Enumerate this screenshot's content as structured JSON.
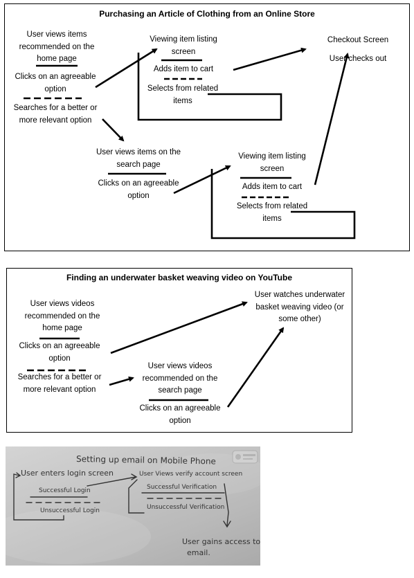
{
  "diagram1": {
    "title": "Purchasing an Article of Clothing from an Online Store",
    "home_views": "User views items recommended on the home page",
    "home_clicks": "Clicks on an agreeable option",
    "home_searches": "Searches for a better or more relevant option",
    "listing1": "Viewing item listing screen",
    "add_cart1": "Adds item to cart",
    "related1": "Selects from related items",
    "checkout_screen": "Checkout Screen",
    "checks_out": "User checks out",
    "search_views": "User views items on the search page",
    "search_clicks": "Clicks on an agreeable option",
    "listing2": "Viewing item listing screen",
    "add_cart2": "Adds item to cart",
    "related2": "Selects from related items"
  },
  "diagram2": {
    "title": "Finding an underwater basket weaving video on YouTube",
    "home_views": "User views videos recommended on the home page",
    "home_clicks": "Clicks on an agreeable option",
    "home_searches": "Searches for a better or more relevant option",
    "search_views": "User views videos recommended on the search page",
    "search_clicks": "Clicks on an agreeable option",
    "watches": "User watches underwater basket weaving video (or some other)"
  },
  "diagram3": {
    "title": "Setting up email on Mobile Phone",
    "login_screen": "User enters login screen",
    "successful_login": "Successful Login",
    "unsuccessful_login": "Unsuccessful Login",
    "verify_screen": "User Views verify account screen",
    "successful_verification": "Successful Verification",
    "unsuccessful_verification": "Unsuccessful Verification",
    "gains_access": "User gains access to email."
  }
}
